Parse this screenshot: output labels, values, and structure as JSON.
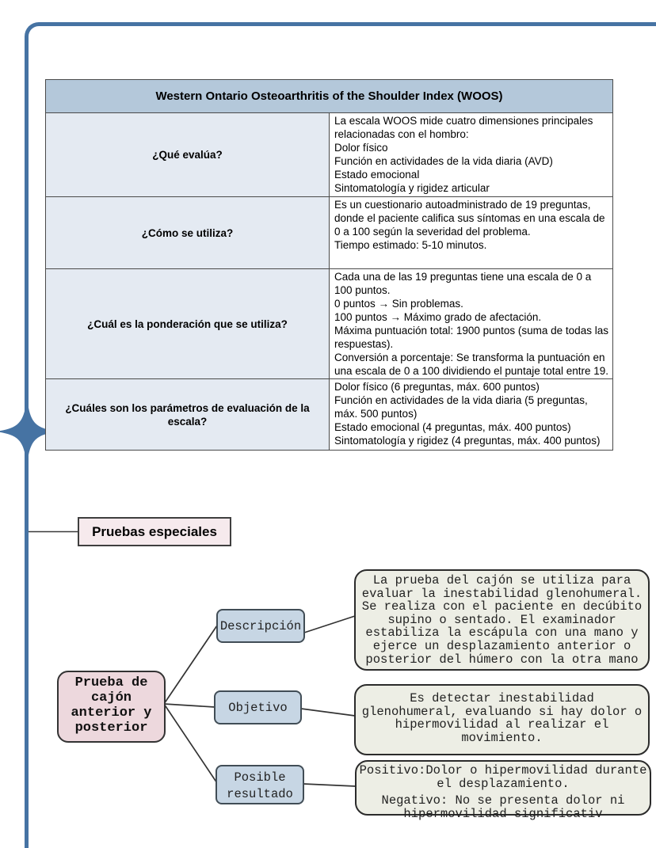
{
  "colors": {
    "frame_accent": "#4673a3",
    "table_header_bg": "#b4c8da",
    "table_label_bg": "#e4eaf2",
    "pink_box_bg": "#f6eaed",
    "root_node_bg": "#edd8dd",
    "branch_box_bg": "#c7d6e4",
    "note_box_bg": "#edeee5"
  },
  "woos_table": {
    "title": "Western Ontario Osteoarthritis of the Shoulder Index (WOOS)",
    "rows": [
      {
        "label": "¿Qué evalúa?",
        "content": "La escala WOOS mide cuatro dimensiones principales relacionadas con el hombro:\nDolor físico\nFunción en actividades de la vida diaria (AVD)\nEstado emocional\nSintomatología y rigidez articular"
      },
      {
        "label": "¿Cómo se utiliza?",
        "content": "Es un cuestionario autoadministrado de 19 preguntas, donde el paciente califica sus síntomas en una escala de 0 a 100 según la severidad del problema.\nTiempo estimado: 5-10 minutos."
      },
      {
        "label": "¿Cuál es la ponderación que se utiliza?",
        "content": "Cada una de las 19 preguntas tiene una escala de 0 a 100 puntos.\n0 puntos → Sin problemas.\n100 puntos → Máximo grado de afectación.\nMáxima puntuación total: 1900 puntos (suma de todas las respuestas).\n Conversión a porcentaje: Se transforma la puntuación en una escala de 0 a 100 dividiendo el puntaje total entre 19."
      },
      {
        "label": "¿Cuáles son los parámetros de evaluación de la escala?",
        "content": "Dolor físico (6 preguntas, máx. 600 puntos)\nFunción en actividades de la vida diaria (5 preguntas, máx. 500 puntos)\nEstado emocional (4 preguntas, máx. 400 puntos)\nSintomatología y rigidez (4 preguntas, máx. 400 puntos)"
      }
    ]
  },
  "special_tests": {
    "label": "Pruebas especiales"
  },
  "drawer_test": {
    "root_label": "Prueba de\ncajón\nanterior y\nposterior",
    "branches": [
      {
        "label": "Descripción",
        "note": "La prueba del cajón se utiliza para\nevaluar la inestabilidad glenohumeral.\nSe realiza con el paciente en decúbito\nsupino o sentado. El examinador\nestabiliza la escápula con una mano y\nejerce un desplazamiento anterior o\nposterior del húmero con la otra mano"
      },
      {
        "label": "Objetivo",
        "note": "Es detectar inestabilidad\nglenohumeral, evaluando si hay dolor o\nhipermovilidad al realizar el\nmovimiento."
      },
      {
        "label": "Posible\nresultado",
        "note_positive": "Positivo:Dolor o hipermovilidad durante\nel desplazamiento.",
        "note_negative": "Negativo: No se presenta dolor ni\nhipermovilidad significativ"
      }
    ]
  }
}
